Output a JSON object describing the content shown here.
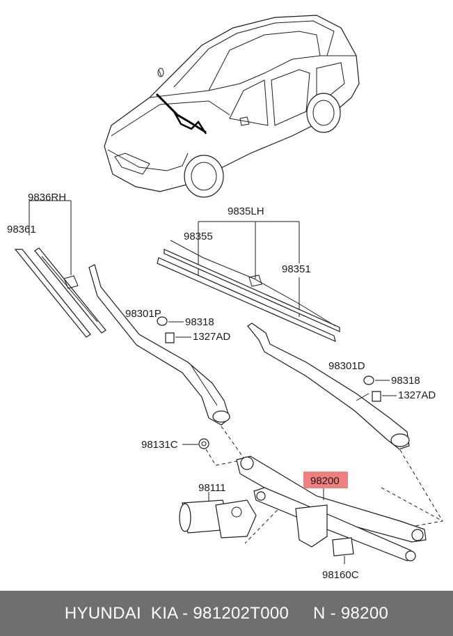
{
  "labels": {
    "blade_rh_assy": "9836RH",
    "blade_rh_refill": "98361",
    "blade_lh_assy": "9835LH",
    "blade_lh_refill": "98355",
    "blade_lh_part": "98351",
    "arm_passenger": "98301P",
    "cap_p": "98318",
    "nut_p": "1327AD",
    "arm_driver": "98301D",
    "cap_d": "98318",
    "nut_d": "1327AD",
    "bolt": "98131C",
    "motor": "98111",
    "linkage": "98200",
    "bracket": "98160C"
  },
  "highlight_color": "#f08080",
  "footer": {
    "brand": "HYUNDAI  KIA - 981202T000",
    "ref": "N - 98200"
  }
}
